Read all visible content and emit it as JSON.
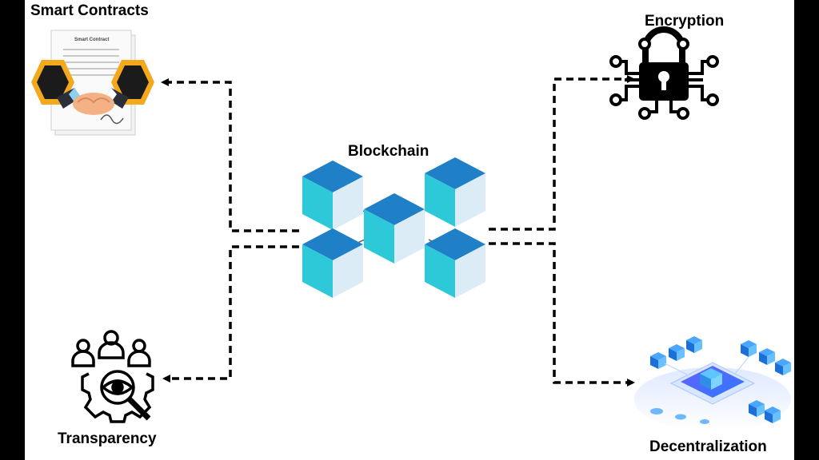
{
  "diagram": {
    "center": {
      "title": "Blockchain"
    },
    "nodes": {
      "smart_contracts": {
        "label": "Smart Contracts",
        "document_title": "Smart Contract",
        "icon": "handshake-contract-icon"
      },
      "encryption": {
        "label": "Encryption",
        "icon": "circuit-padlock-icon"
      },
      "transparency": {
        "label": "Transparency",
        "icon": "people-eye-gear-icon"
      },
      "decentralization": {
        "label": "Decentralization",
        "icon": "isometric-network-icon"
      }
    },
    "colors": {
      "cube_top": "#1f80c8",
      "cube_left": "#2ec9d8",
      "cube_right": "#dcecf7",
      "hex_fill": "#f3a91b",
      "connector": "#000000"
    }
  }
}
